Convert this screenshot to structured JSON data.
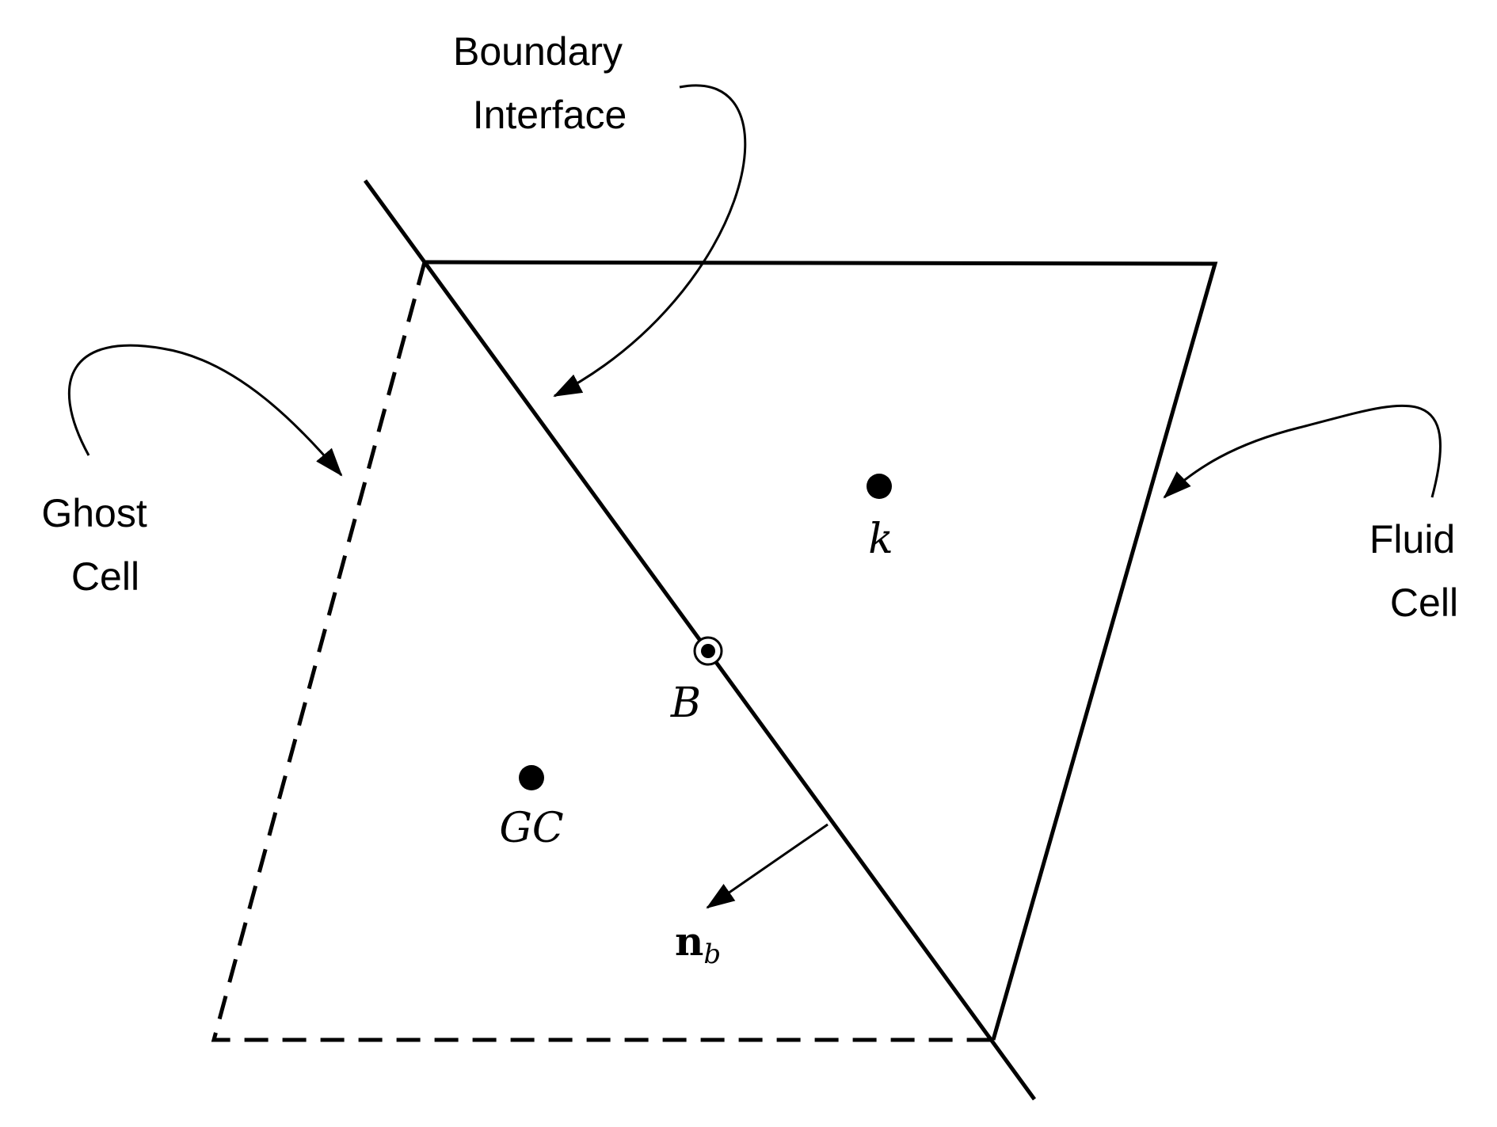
{
  "colors": {
    "ink": "#000000",
    "background": "#ffffff"
  },
  "labels": {
    "boundary_interface": [
      "Boundary",
      "Interface"
    ],
    "ghost_cell": [
      "Ghost",
      "Cell"
    ],
    "fluid_cell": [
      "Fluid",
      "Cell"
    ]
  },
  "points": {
    "k": "k",
    "B": "B",
    "GC": "GC"
  },
  "normal": {
    "symbol": "n",
    "subscript": "b"
  }
}
